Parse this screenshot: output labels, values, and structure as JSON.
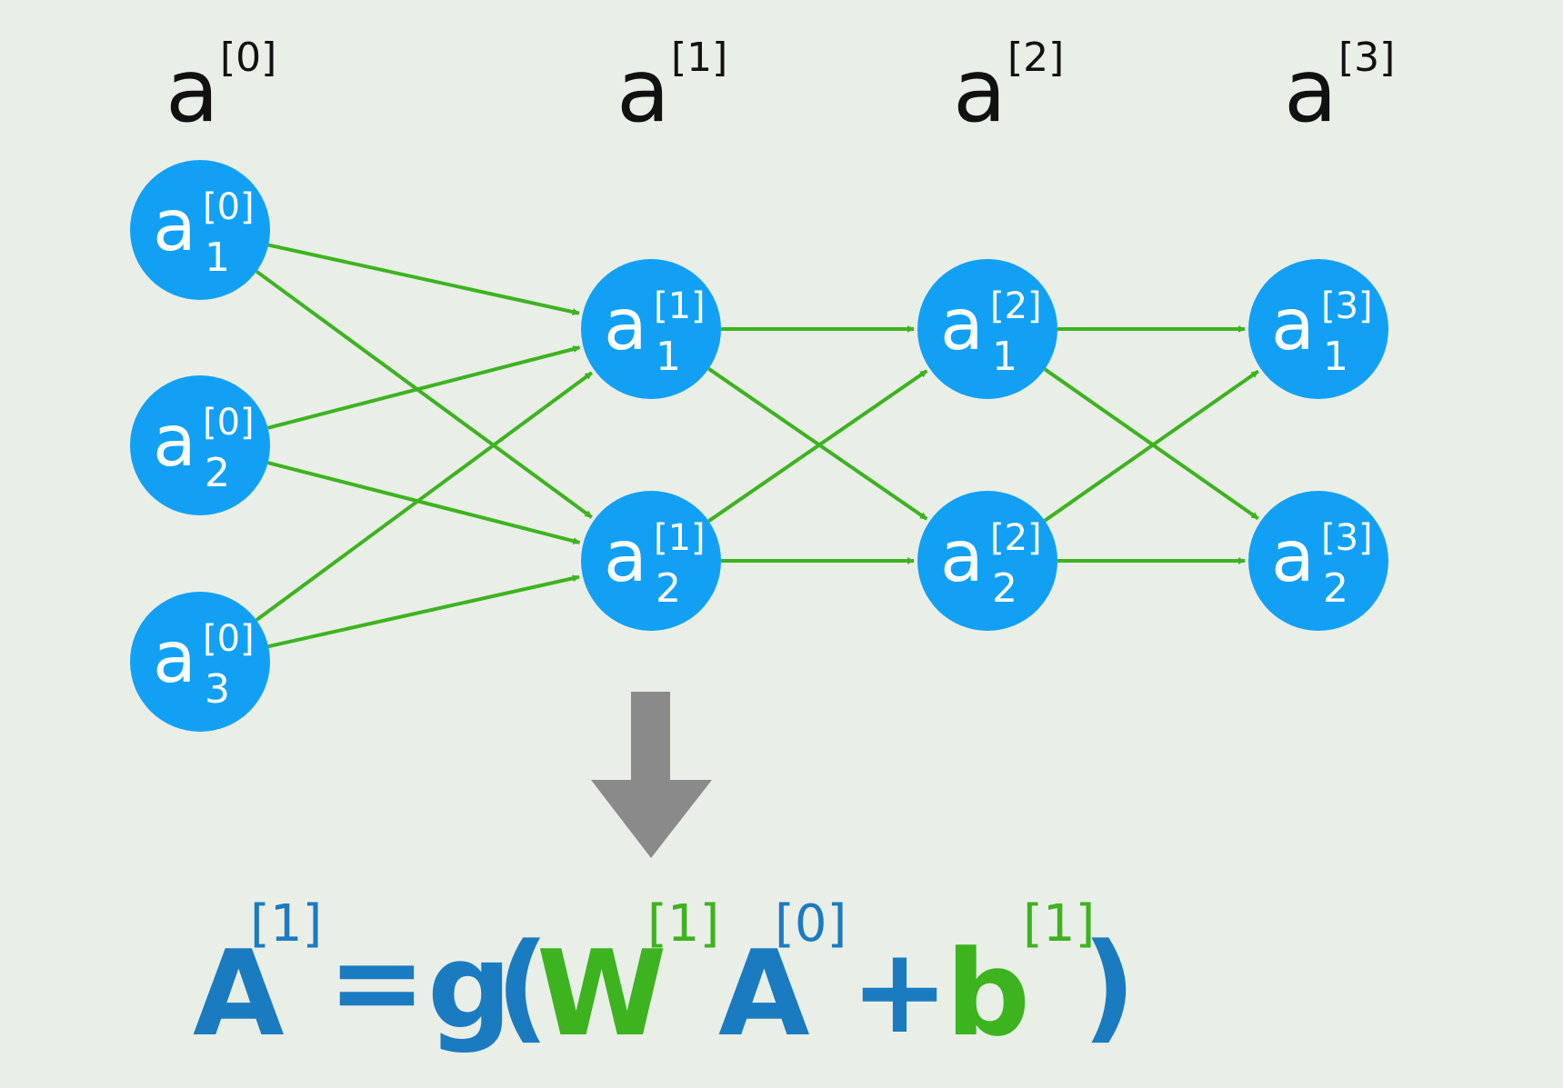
{
  "colors": {
    "background": "#e9eee7",
    "node_fill": "#12a0f5",
    "edge": "#3db31f",
    "arrow": "#8a8a8a",
    "eq_blue": "#1a7bc0",
    "eq_green": "#3db31f"
  },
  "layers": [
    {
      "title": "a",
      "title_sup": "[0]",
      "nodes": [
        {
          "letter": "a",
          "sup": "[0]",
          "sub": "1"
        },
        {
          "letter": "a",
          "sup": "[0]",
          "sub": "2"
        },
        {
          "letter": "a",
          "sup": "[0]",
          "sub": "3"
        }
      ]
    },
    {
      "title": "a",
      "title_sup": "[1]",
      "nodes": [
        {
          "letter": "a",
          "sup": "[1]",
          "sub": "1"
        },
        {
          "letter": "a",
          "sup": "[1]",
          "sub": "2"
        }
      ]
    },
    {
      "title": "a",
      "title_sup": "[2]",
      "nodes": [
        {
          "letter": "a",
          "sup": "[2]",
          "sub": "1"
        },
        {
          "letter": "a",
          "sup": "[2]",
          "sub": "2"
        }
      ]
    },
    {
      "title": "a",
      "title_sup": "[3]",
      "nodes": [
        {
          "letter": "a",
          "sup": "[3]",
          "sub": "1"
        },
        {
          "letter": "a",
          "sup": "[3]",
          "sub": "2"
        }
      ]
    }
  ],
  "connections": "fully-connected between consecutive layers",
  "transition_arrow": "down-arrow-icon",
  "equation": {
    "lhs": "A",
    "lhs_sup": "[1]",
    "equals": "=",
    "func": "g",
    "open_paren": "(",
    "weight": "W",
    "weight_sup": "[1]",
    "input": "A",
    "input_sup": "[0]",
    "plus": "+",
    "bias": "b",
    "bias_sup": "[1]",
    "close_paren": ")"
  }
}
